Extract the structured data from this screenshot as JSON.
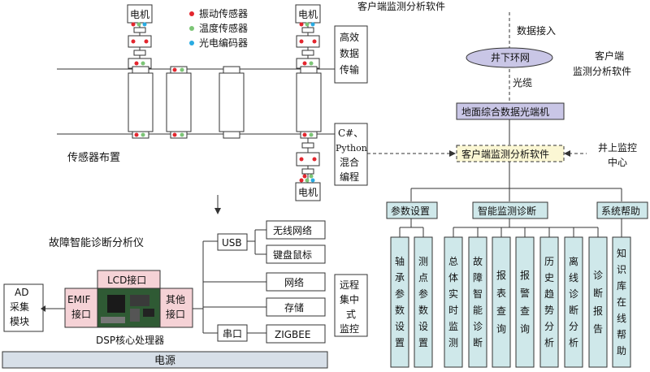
{
  "top_title": "客户端监测分析软件",
  "sensor_section": {
    "motor_label": "电机",
    "legend": [
      {
        "label": "振动传感器",
        "color": "#e3262e"
      },
      {
        "label": "温度传感器",
        "color": "#7cc576"
      },
      {
        "label": "光电编码器",
        "color": "#29abe2"
      }
    ],
    "caption": "传感器布置"
  },
  "instrument": {
    "title": "故障智能诊断分析仪",
    "ad_box": [
      "AD",
      "采集",
      "模块"
    ],
    "emif": [
      "EMIF",
      "接口"
    ],
    "lcd": "LCD接口",
    "other": [
      "其他",
      "接口"
    ],
    "dsp_caption": "DSP核心处理器",
    "usb": "USB",
    "serial": "串口",
    "wireless": "无线网络",
    "keyboard": "键盘鼠标",
    "network": "网络",
    "storage": "存储",
    "zigbee": "ZIGBEE",
    "power": "电源"
  },
  "software": {
    "efficient": [
      "高效",
      "数据",
      "传输"
    ],
    "data_access": "数据接入",
    "mine_ring": "井下环网",
    "client_side": [
      "客户端",
      "监测分析软件"
    ],
    "fiber": "光缆",
    "ground_switch": "地面综合数据光端机",
    "hybrid": [
      "C#、",
      "Python",
      "混合",
      "编程"
    ],
    "client_software": "客户端监测分析软件",
    "center": [
      "井上监控",
      "中心"
    ],
    "param": "参数设置",
    "smart": "智能监测诊断",
    "help": "系统帮助",
    "remote": [
      "远程",
      "集中",
      "式",
      "监控"
    ],
    "leaves": [
      "轴承参数设置",
      "测点参数设置",
      "总体实时监测",
      "故障智能诊断",
      "报表查询",
      "报警查询",
      "历史趋势分析",
      "离线诊断分析",
      "诊断报告",
      "知识库在线帮助"
    ]
  }
}
